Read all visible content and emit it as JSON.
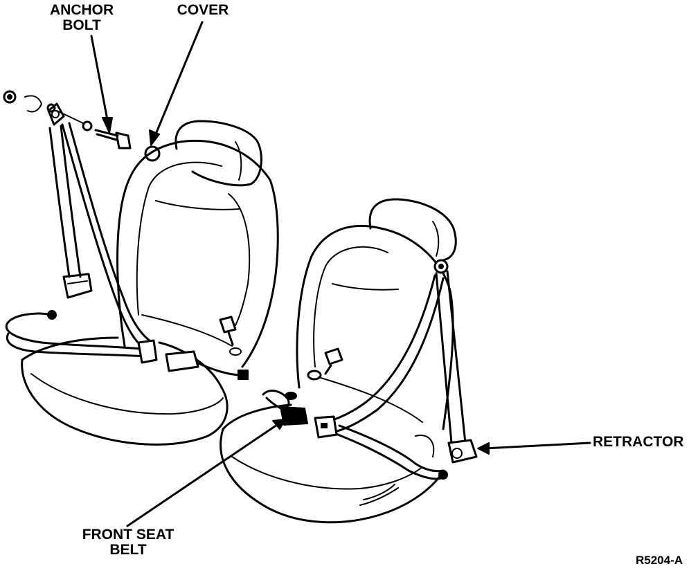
{
  "labels": {
    "anchor_bolt_line1": "ANCHOR",
    "anchor_bolt_line2": "BOLT",
    "cover": "COVER",
    "retractor": "RETRACTOR",
    "front_seat_belt_line1": "FRONT SEAT",
    "front_seat_belt_line2": "BELT"
  },
  "figure_code": "R5204-A",
  "colors": {
    "ink": "#000000",
    "background": "#ffffff"
  }
}
